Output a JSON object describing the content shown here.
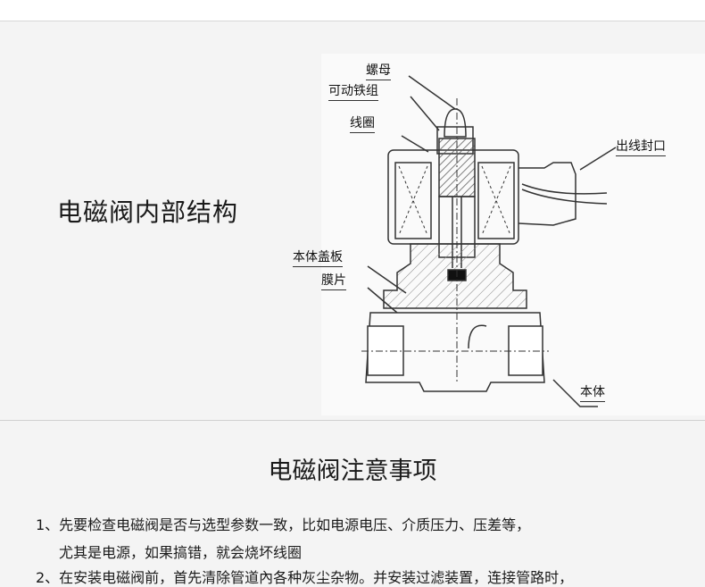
{
  "section1": {
    "heading": "电磁阀内部结构",
    "labels": {
      "nut": "螺母",
      "armature": "可动铁组",
      "coil": "线圈",
      "cable_seal": "出线封口",
      "bonnet": "本体盖板",
      "diaphragm": "膜片",
      "body": "本体"
    }
  },
  "section2": {
    "heading": "电磁阀注意事项",
    "items": [
      {
        "line1": "1、先要检查电磁阀是否与选型参数一致，比如电源电压、介质压力、压差等，",
        "line2": "尤其是电源，如果搞错，就会烧坏线圈"
      },
      {
        "line1": "2、在安装电磁阀前，首先清除管道內各种灰尘杂物。并安装过滤装置，连接管路时，"
      }
    ]
  }
}
